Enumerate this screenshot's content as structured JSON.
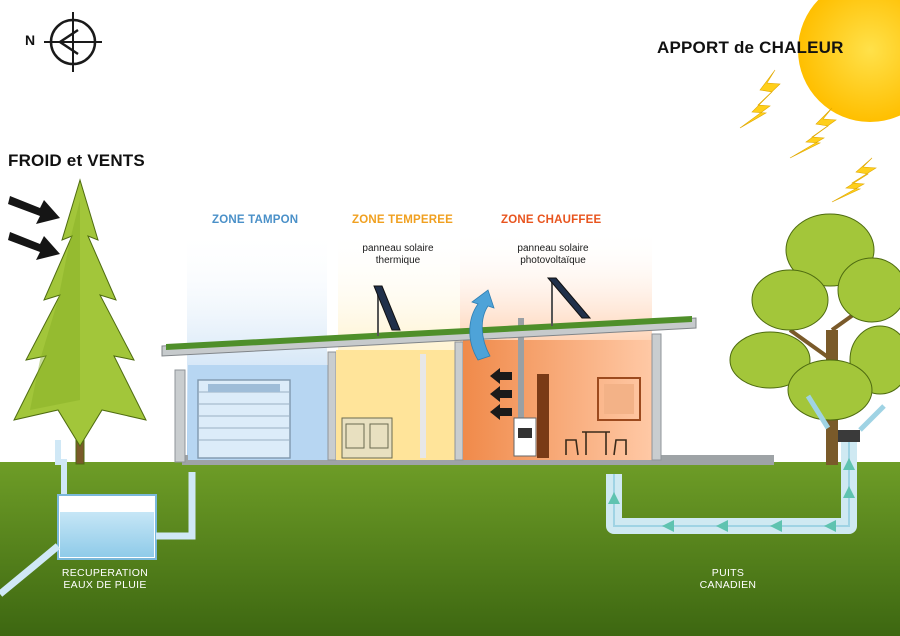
{
  "compass": {
    "north_letter": "N"
  },
  "labels": {
    "heat_gain": "APPORT de CHALEUR",
    "cold_wind": "FROID et VENTS",
    "zone_buffer": "ZONE TAMPON",
    "zone_temperate": "ZONE TEMPEREE",
    "zone_heated": "ZONE CHAUFFEE",
    "thermal_panel_line1": "panneau solaire",
    "thermal_panel_line2": "thermique",
    "pv_panel_line1": "panneau solaire",
    "pv_panel_line2": "photovoltaïque",
    "rain_line1": "RECUPERATION",
    "rain_line2": "EAUX DE PLUIE",
    "well_line1": "PUITS",
    "well_line2": "CANADIEN"
  },
  "colors": {
    "zone_buffer": "#4a90c8",
    "zone_temperate": "#f0a020",
    "zone_heated": "#e8541e",
    "sun": "#ffc800",
    "ground_top": "#6a9a25",
    "ground_bottom": "#3f6a12",
    "tree": "#9cc234"
  }
}
